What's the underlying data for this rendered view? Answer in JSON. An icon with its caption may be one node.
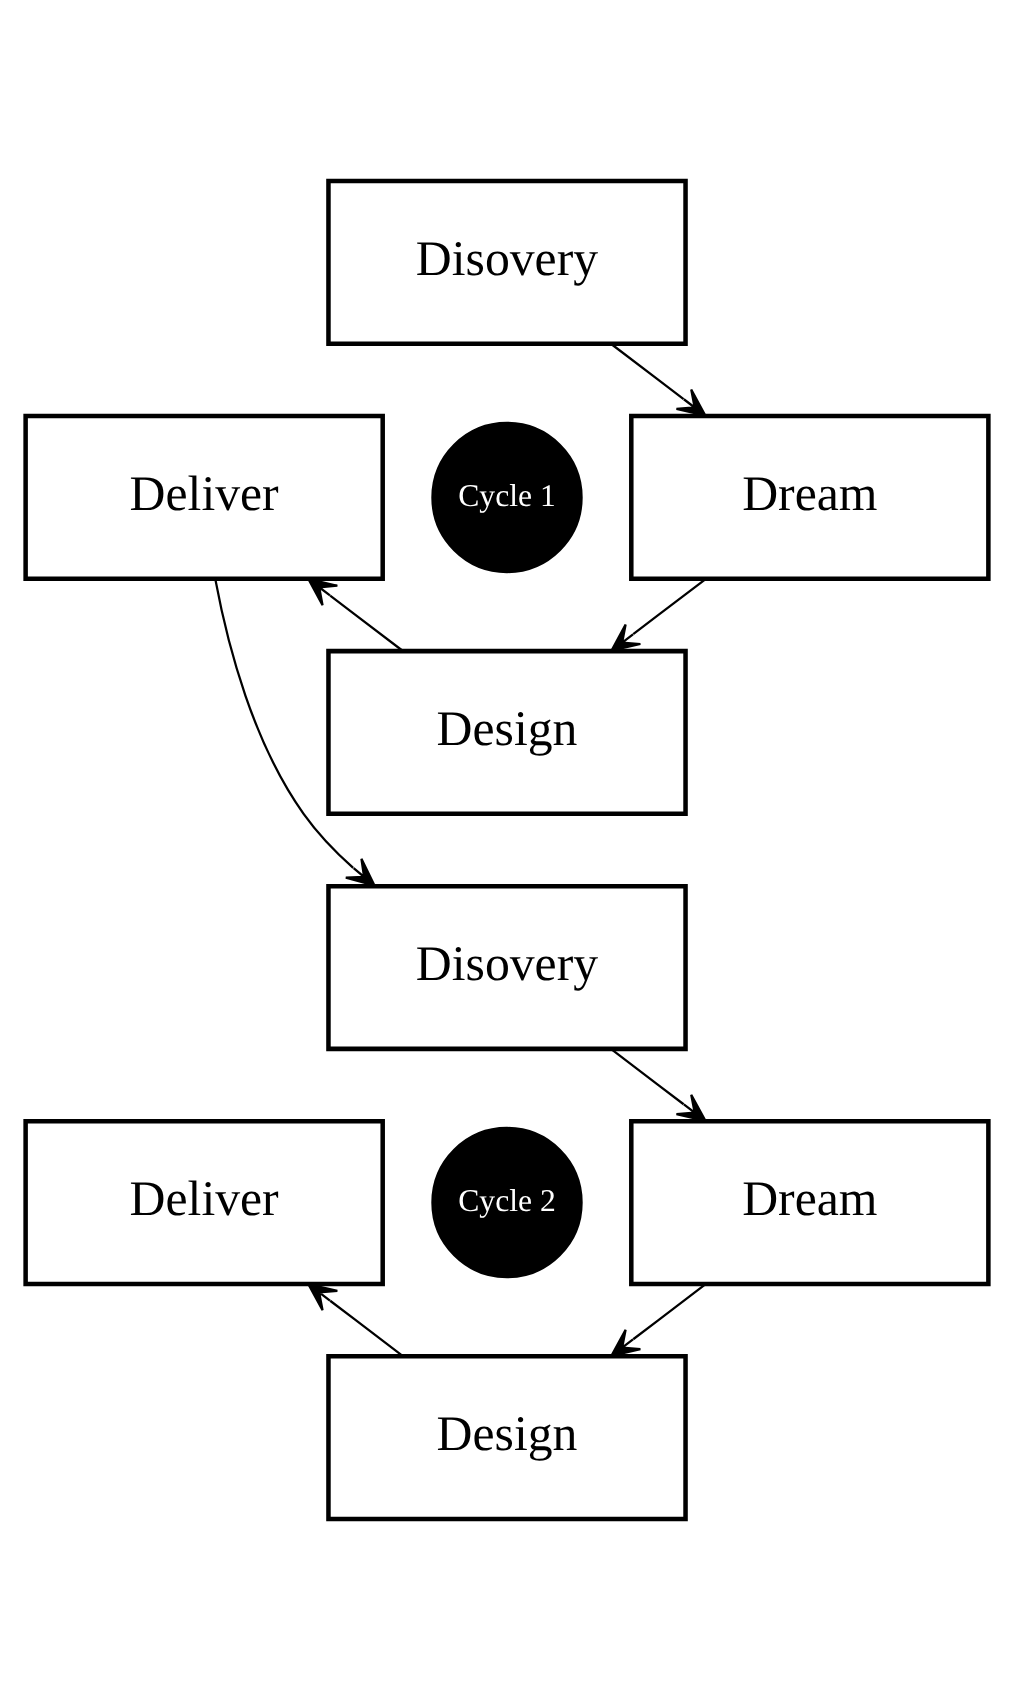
{
  "diagram": {
    "nodes": [
      {
        "text": [
          "Disovery"
        ]
      },
      {
        "text": [
          "Deliver"
        ]
      },
      {
        "text": [
          "Cycle 1"
        ]
      },
      {
        "text": [
          "Dream"
        ]
      },
      {
        "text": [
          "Design"
        ]
      },
      {
        "text": [
          "Disovery"
        ]
      },
      {
        "text": [
          "Deliver"
        ]
      },
      {
        "text": [
          "Cycle 2"
        ]
      },
      {
        "text": [
          "Dream"
        ]
      },
      {
        "text": [
          "Design"
        ]
      }
    ],
    "edges": [
      {
        "from": 0,
        "to": 3,
        "arrow": "to"
      },
      {
        "from": 3,
        "to": 4,
        "arrow": "to"
      },
      {
        "from": 4,
        "to": 1,
        "arrow": "to"
      },
      {
        "from": 1,
        "to": 5,
        "arrow": "to"
      },
      {
        "from": 5,
        "to": 8,
        "arrow": "to"
      },
      {
        "from": 8,
        "to": 9,
        "arrow": "to"
      },
      {
        "from": 9,
        "to": 6,
        "arrow": "to"
      }
    ]
  }
}
